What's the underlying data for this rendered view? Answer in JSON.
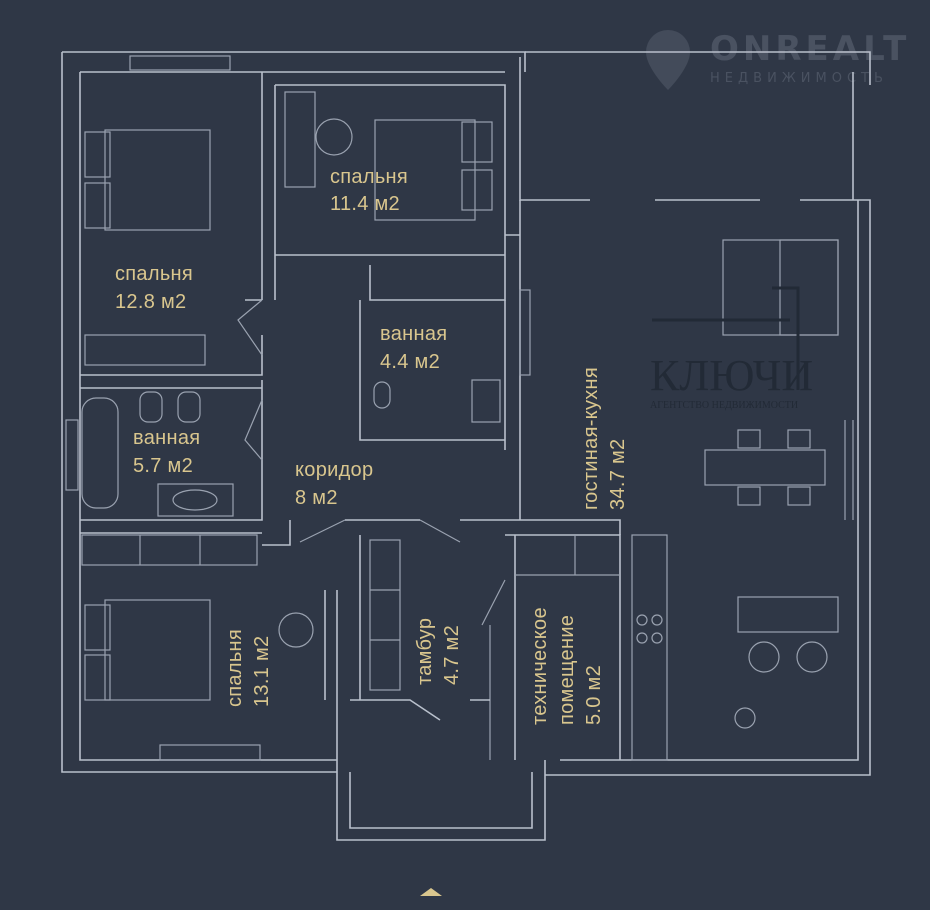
{
  "watermark": {
    "brand": "ONREALT",
    "subtitle": "НЕДВИЖИМОСТЬ",
    "icon": "house-pin-icon"
  },
  "logo": {
    "name": "КЛЮЧИ",
    "subtitle": "АГЕНТСТВО НЕДВИЖИМОСТИ"
  },
  "rooms": [
    {
      "id": "bedroom-1",
      "name": "спальня",
      "area": "11.4 м2"
    },
    {
      "id": "bedroom-2",
      "name": "спальня",
      "area": "12.8 м2"
    },
    {
      "id": "bathroom-1",
      "name": "ванная",
      "area": "4.4 м2"
    },
    {
      "id": "bathroom-2",
      "name": "ванная",
      "area": "5.7 м2"
    },
    {
      "id": "corridor",
      "name": "коридор",
      "area": "8 м2"
    },
    {
      "id": "living-kitchen",
      "name": "гостиная-кухня",
      "area": "34.7 м2"
    },
    {
      "id": "bedroom-3",
      "name": "спальня",
      "area": "13.1 м2"
    },
    {
      "id": "vestibule",
      "name": "тамбур",
      "area": "4.7 м2"
    },
    {
      "id": "technical",
      "name": "техническое",
      "name2": "помещение",
      "area": "5.0 м2"
    }
  ],
  "colors": {
    "background": "#2f3746",
    "walls": "#b9c0cc",
    "labels": "#d9c68e"
  }
}
